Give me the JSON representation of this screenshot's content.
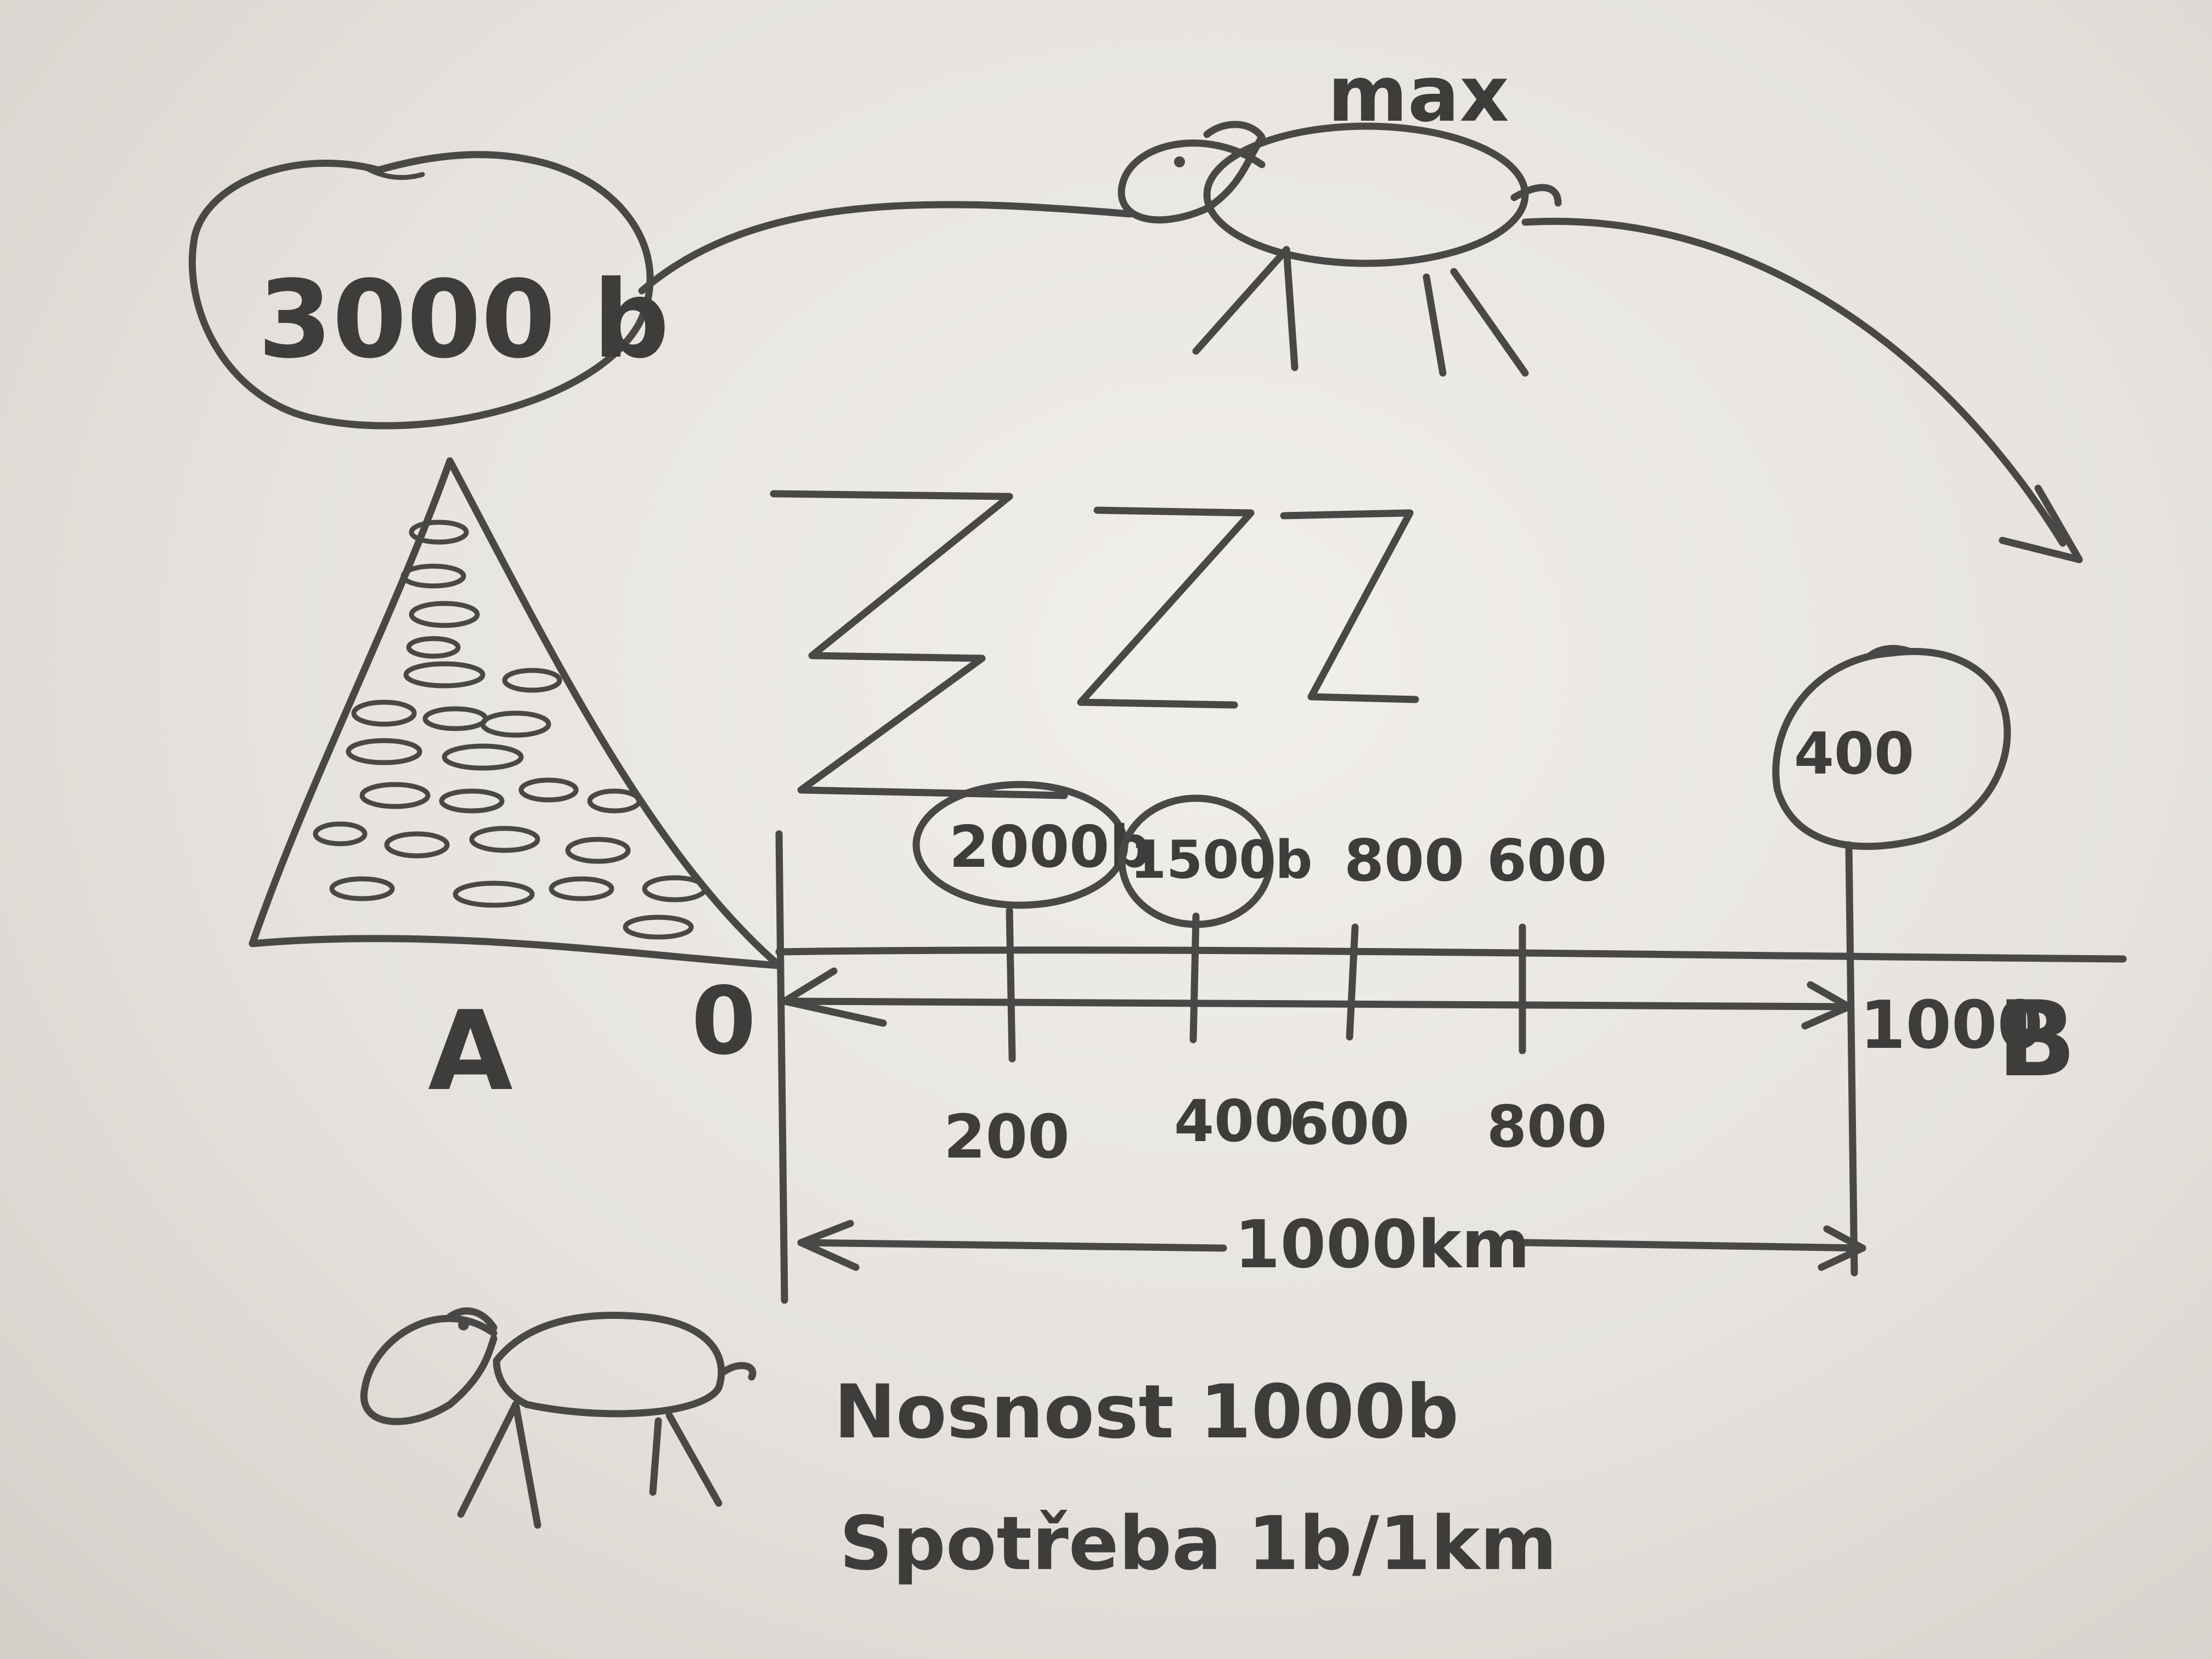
{
  "labels": {
    "pile_amount": "3000 b",
    "camel_top_name": "max",
    "sleep": "ZZZ",
    "point_a": "A",
    "point_b": "B",
    "origin": "0",
    "end_mark": "1000",
    "distance": "1000km",
    "capacity": "Nosnost 1000b",
    "consumption": "Spotřeba 1b/1km"
  },
  "stop_amounts": [
    "2000b",
    "1500b",
    "800",
    "600",
    "400"
  ],
  "axis_ticks": [
    "200",
    "400",
    "600",
    "800"
  ],
  "colors": {
    "ink": "#4a4846",
    "board": "#ebe8e3"
  }
}
